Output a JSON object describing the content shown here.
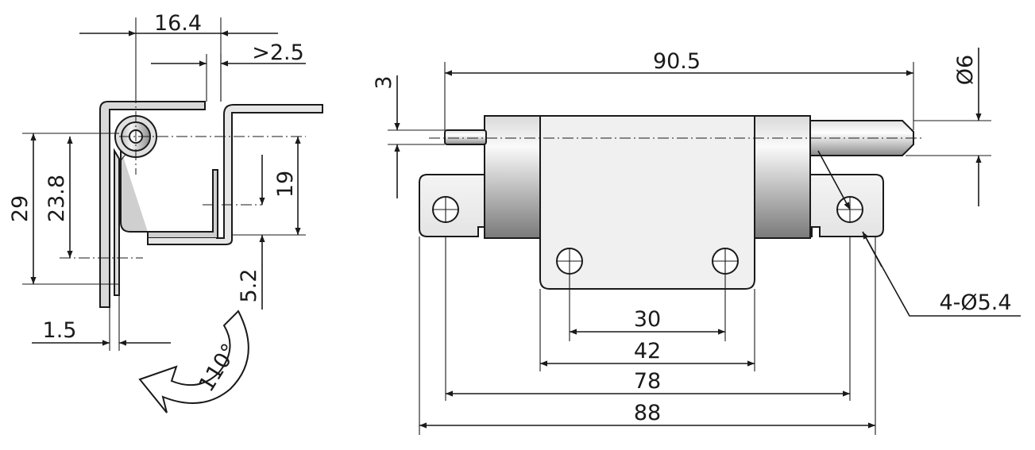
{
  "side_view": {
    "dims": {
      "width_top": "16.4",
      "gap": ">2.5",
      "height_total": "29",
      "height_pin": "23.8",
      "height_u": "19",
      "offset_bottom": "5.2",
      "thickness": "1.5"
    },
    "rotation": "110°"
  },
  "front_view": {
    "dims": {
      "pin_dia": "Ø6",
      "pin_offset": "3",
      "overall_length": "90.5",
      "hole_spec": "4-Ø5.4",
      "hole_spacing_inner": "30",
      "leaf_width": "42",
      "hole_spacing_outer": "78",
      "base_width": "88"
    }
  },
  "colors": {
    "line": "#1a1a1a",
    "metal_light": "#f2f2f2",
    "metal_dark": "#9a9a9a"
  }
}
